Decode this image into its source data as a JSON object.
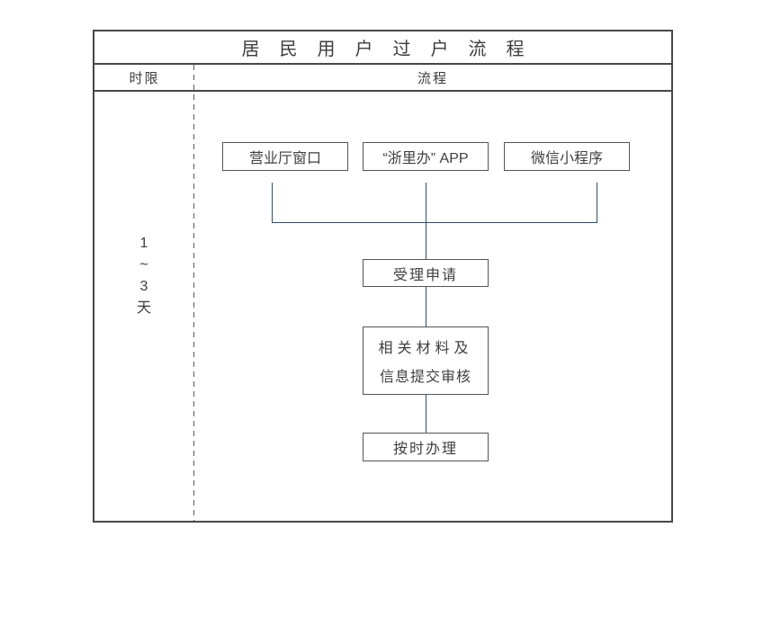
{
  "colors": {
    "background": "#ffffff",
    "table_border": "#474747",
    "box_border": "#555555",
    "text": "#3f3f3f",
    "connector_line": "#2c4f6a",
    "dashed_divider": "#5a5a5a"
  },
  "table": {
    "title": "居民用户过户流程",
    "header": {
      "time_limit": "时限",
      "process": "流程"
    }
  },
  "time_limit": {
    "value": "1~3天",
    "lines": [
      "1",
      "~",
      "3",
      "天"
    ]
  },
  "flow": {
    "channels": [
      {
        "label": "营业厅窗口"
      },
      {
        "label": "“浙里办” APP"
      },
      {
        "label": "微信小程序"
      }
    ],
    "steps": [
      {
        "label": "受理申请"
      },
      {
        "label_line1": "相关材料及",
        "label_line2": "信息提交审核"
      },
      {
        "label": "按时办理"
      }
    ]
  }
}
